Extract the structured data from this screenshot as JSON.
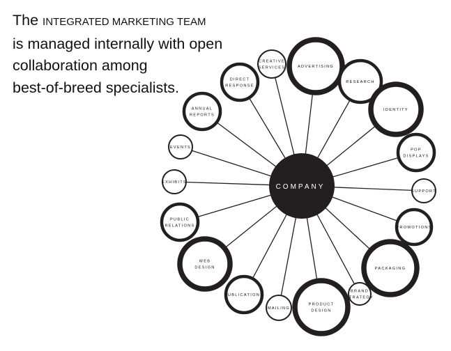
{
  "headline": {
    "lead": "The",
    "team": "INTEGRATED MARKETING TEAM",
    "line2": "is managed internally with open",
    "line3": "collaboration among",
    "line4": "best-of-breed specialists."
  },
  "diagram": {
    "center": "COMPANY",
    "nodes": [
      {
        "id": "creative-services",
        "lines": [
          "CREATIVE",
          "SERVICES"
        ],
        "emphasis": "thin"
      },
      {
        "id": "advertising",
        "lines": [
          "ADVERTISING"
        ],
        "emphasis": "thick"
      },
      {
        "id": "research",
        "lines": [
          "RESEARCH"
        ],
        "emphasis": "medium"
      },
      {
        "id": "identity",
        "lines": [
          "IDENTITY"
        ],
        "emphasis": "thick"
      },
      {
        "id": "pop-displays",
        "lines": [
          "POP",
          "DISPLAYS"
        ],
        "emphasis": "medium"
      },
      {
        "id": "support",
        "lines": [
          "SUPPORT"
        ],
        "emphasis": "thin"
      },
      {
        "id": "promotions",
        "lines": [
          "PROMOTIONS"
        ],
        "emphasis": "medium"
      },
      {
        "id": "packaging",
        "lines": [
          "PACKAGING"
        ],
        "emphasis": "thick"
      },
      {
        "id": "brand-strategy",
        "lines": [
          "BRAND",
          "STRATEGY"
        ],
        "emphasis": "thin"
      },
      {
        "id": "product-design",
        "lines": [
          "PRODUCT",
          "DESIGN"
        ],
        "emphasis": "thick"
      },
      {
        "id": "mailing",
        "lines": [
          "MAILING"
        ],
        "emphasis": "thin"
      },
      {
        "id": "publications",
        "lines": [
          "PUBLICATIONS"
        ],
        "emphasis": "medium"
      },
      {
        "id": "web-design",
        "lines": [
          "WEB",
          "DESIGN"
        ],
        "emphasis": "thick"
      },
      {
        "id": "public-relations",
        "lines": [
          "PUBLIC",
          "RELATIONS"
        ],
        "emphasis": "medium"
      },
      {
        "id": "exhibits",
        "lines": [
          "EXHIBITS"
        ],
        "emphasis": "thin"
      },
      {
        "id": "events",
        "lines": [
          "EVENTS"
        ],
        "emphasis": "thin"
      },
      {
        "id": "annual-reports",
        "lines": [
          "ANNUAL",
          "REPORTS"
        ],
        "emphasis": "medium"
      },
      {
        "id": "direct-response",
        "lines": [
          "DIRECT",
          "RESPONSE"
        ],
        "emphasis": "medium"
      }
    ]
  }
}
